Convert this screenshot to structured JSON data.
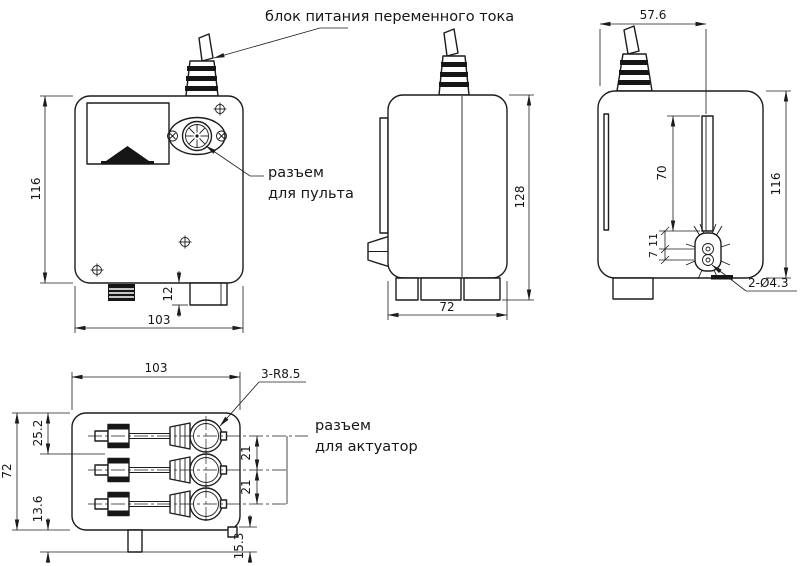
{
  "drawing": {
    "background": "#ffffff",
    "line_color": "#1c1c1c",
    "fill_color": "#161616"
  },
  "labels": {
    "power_supply": "блок питания переменного тока",
    "remote_connector": {
      "line1": "разъем",
      "line2": "для пульта"
    },
    "actuator_connector": {
      "line1": "разъем",
      "line2": "для актуатор"
    }
  },
  "views": {
    "front": {
      "dims": {
        "height": "116",
        "width": "103",
        "notch_height": "12"
      }
    },
    "side": {
      "dims": {
        "height": "128",
        "width": "72"
      }
    },
    "back": {
      "dims": {
        "cable_center_offset": "57.6",
        "slot_height": "70",
        "hole_offset": "11",
        "hole_spacing": "7",
        "height": "116"
      },
      "callouts": {
        "mounting_holes": "2-Ø4.3"
      }
    },
    "bottom": {
      "dims": {
        "width": "103",
        "first_connector_offset": "25.2",
        "depth": "72",
        "foot_height": "13.6",
        "connector_spacing_1": "21",
        "connector_spacing_2": "21",
        "corner_foot_offset": "15.3"
      },
      "callouts": {
        "connector_radius": "3-R8.5"
      }
    }
  }
}
